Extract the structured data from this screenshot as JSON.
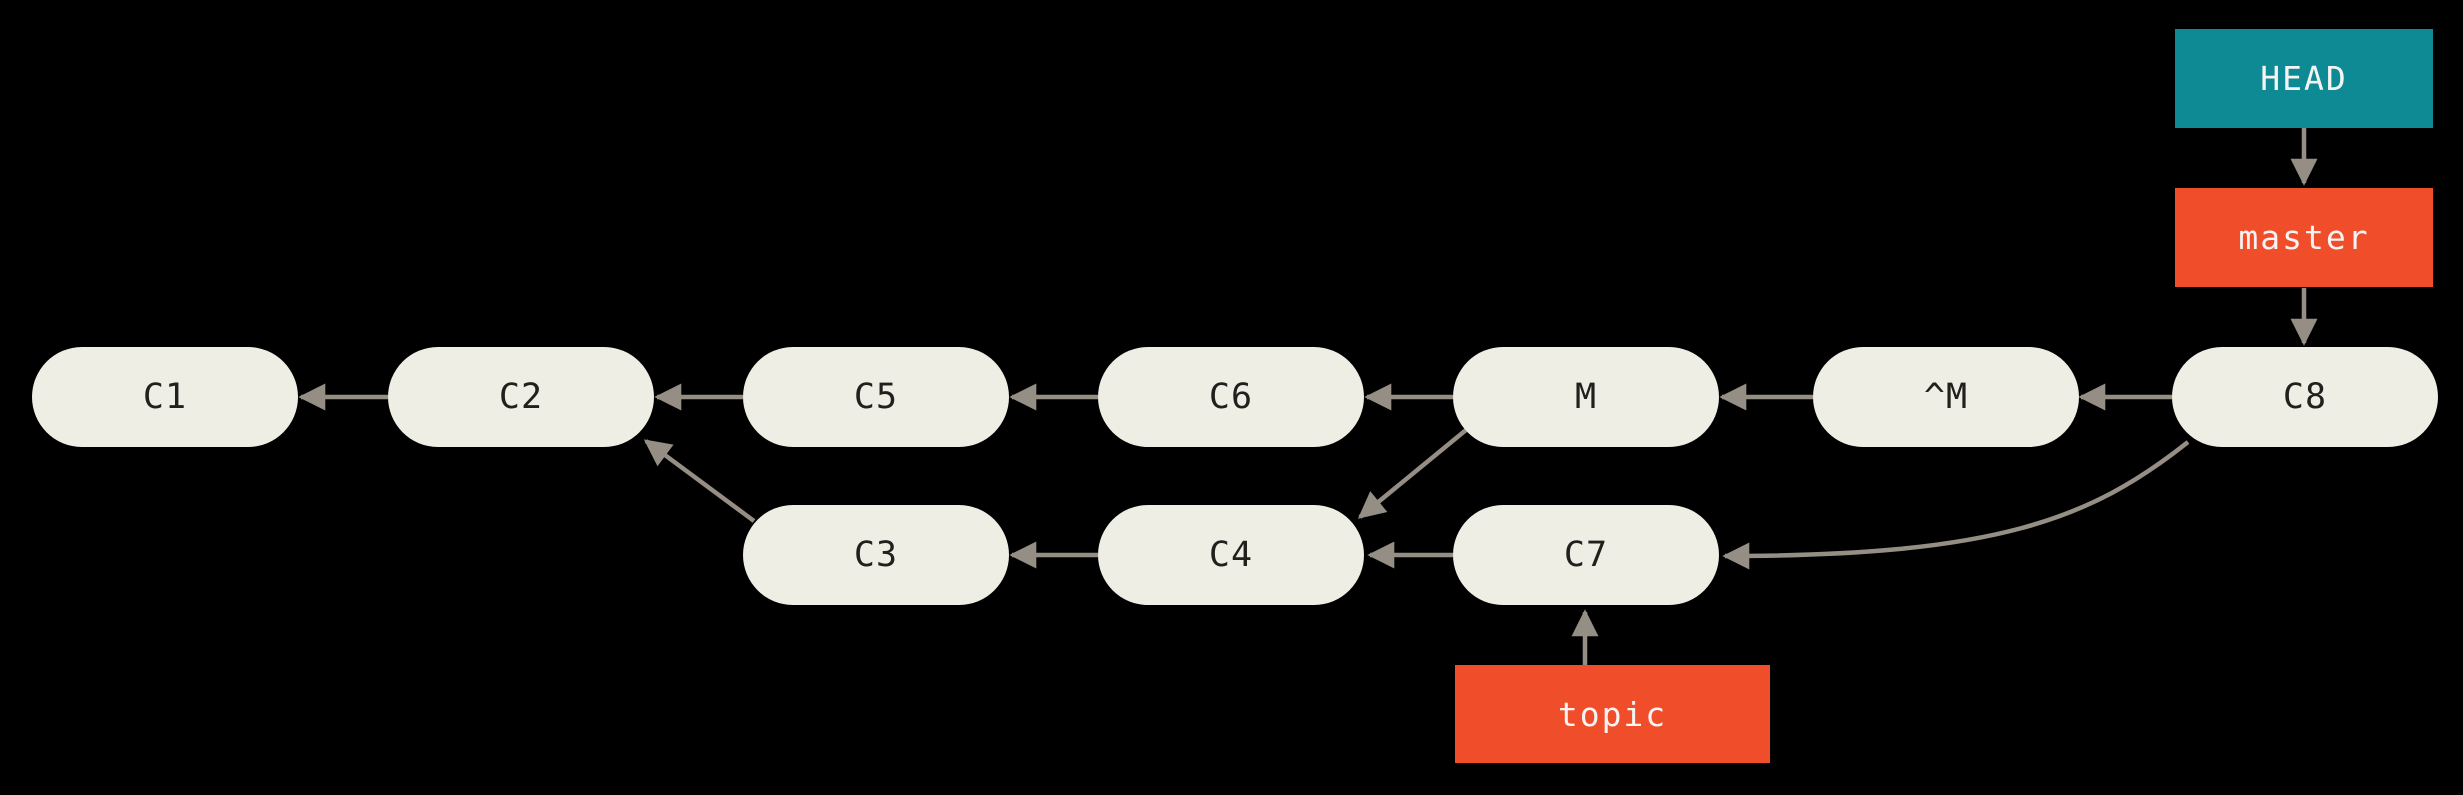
{
  "diagram": {
    "type": "git-commit-graph",
    "colors": {
      "bg": "#000000",
      "commit_fill": "#efeee5",
      "commit_text": "#21201d",
      "arrow": "#958e84",
      "head_fill": "#0e8a94",
      "branch_fill": "#f04e2a",
      "ref_text": "#f5f4f2"
    },
    "commits": {
      "c1": "C1",
      "c2": "C2",
      "c3": "C3",
      "c4": "C4",
      "c5": "C5",
      "c6": "C6",
      "c7": "C7",
      "c8": "C8",
      "m": "M",
      "revert_m": "^M"
    },
    "refs": {
      "head": "HEAD",
      "master": "master",
      "topic": "topic"
    },
    "edges": [
      {
        "from": "C2",
        "to": "C1"
      },
      {
        "from": "C5",
        "to": "C2"
      },
      {
        "from": "C6",
        "to": "C5"
      },
      {
        "from": "M",
        "to": "C6"
      },
      {
        "from": "M",
        "to": "C4"
      },
      {
        "from": "^M",
        "to": "M"
      },
      {
        "from": "C8",
        "to": "^M"
      },
      {
        "from": "C8",
        "to": "C7"
      },
      {
        "from": "C3",
        "to": "C2"
      },
      {
        "from": "C4",
        "to": "C3"
      },
      {
        "from": "C7",
        "to": "C4"
      },
      {
        "from": "HEAD",
        "to": "master"
      },
      {
        "from": "master",
        "to": "C8"
      },
      {
        "from": "topic",
        "to": "C7"
      }
    ]
  }
}
